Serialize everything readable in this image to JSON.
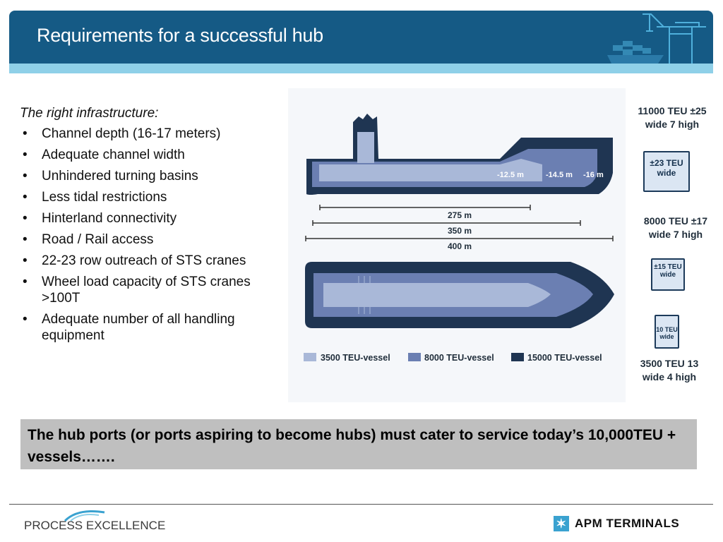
{
  "slide": {
    "title": "Requirements for a successful hub"
  },
  "content": {
    "subtitle": "The right infrastructure:",
    "bullets": [
      "Channel depth (16-17 meters)",
      "Adequate channel width",
      "Unhindered turning basins",
      "Less tidal restrictions",
      "Hinterland connectivity",
      "Road / Rail access",
      "22-23 row outreach of STS cranes",
      "Wheel load capacity of STS cranes >100T",
      "Adequate number of all handling equipment"
    ]
  },
  "infographic": {
    "depths": [
      "-12.5 m",
      "-14.5 m",
      "-16 m"
    ],
    "lengths": [
      "275 m",
      "350 m",
      "400 m"
    ],
    "legend": [
      "3500 TEU-vessel",
      "8000 TEU-vessel",
      "15000 TEU-vessel"
    ],
    "colors": {
      "small": "#a9b8d8",
      "medium": "#6b7fb2",
      "large": "#1f3552"
    }
  },
  "teu_sections": [
    {
      "label": "11000 TEU ±25 wide 7 high",
      "box": "±23 TEU wide"
    },
    {
      "label": "8000 TEU ±17 wide 7 high",
      "box": "±15 TEU wide"
    },
    {
      "label": "3500 TEU 13 wide 4 high",
      "box": "10 TEU wide"
    }
  ],
  "callout": {
    "text": "The hub ports (or ports aspiring to become hubs) must cater to service today’s 10,000TEU + vessels……."
  },
  "footer": {
    "left": "PROCESS EXCELLENCE",
    "right": "APM TERMINALS"
  },
  "theme": {
    "header_bg": "#155a85",
    "header_stripe": "#8fd0e8",
    "callout_bg": "#bfbfbf"
  }
}
